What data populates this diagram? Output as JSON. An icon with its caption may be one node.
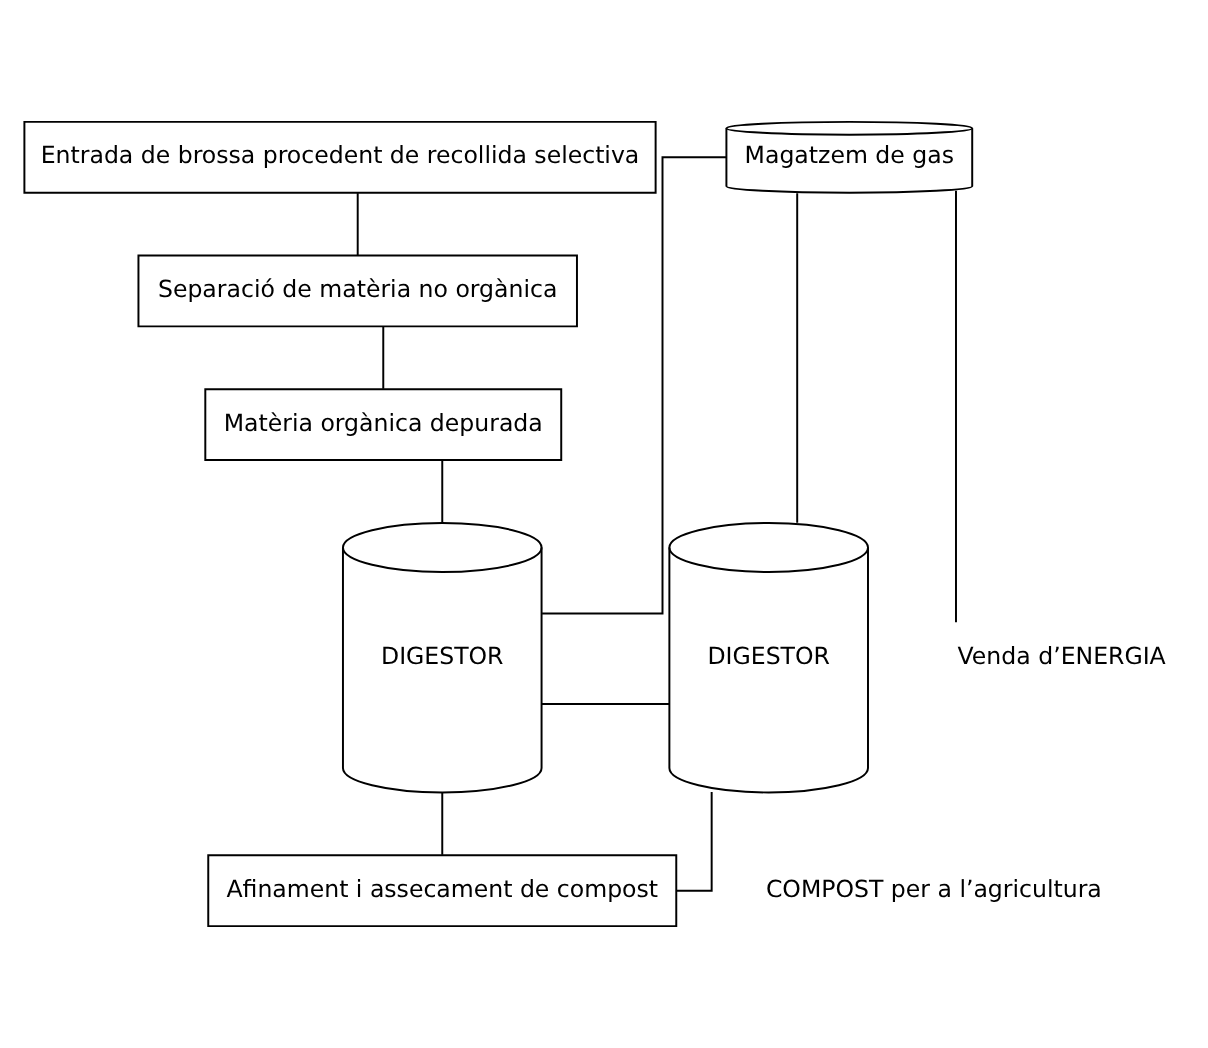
{
  "diagram": {
    "nodes": [
      {
        "text": [
          "Entrada de brossa procedent de recollida selectiva"
        ]
      },
      {
        "text": [
          "Separació de matèria no orgànica"
        ]
      },
      {
        "text": [
          "Matèria orgànica depurada"
        ]
      },
      {
        "text": [
          "Magatzem de gas"
        ]
      },
      {
        "text": [
          "DIGESTOR"
        ]
      },
      {
        "text": [
          "DIGESTOR"
        ]
      },
      {
        "text": [
          "Afinament i assecament de compost"
        ]
      },
      {
        "text": [
          "Venda d’ENERGIA"
        ]
      }
    ],
    "edges": [
      {
        "from": 0,
        "to": 1,
        "arrow": "none"
      },
      {
        "from": 1,
        "to": 2,
        "arrow": "none"
      },
      {
        "from": 2,
        "to": 4,
        "arrow": "none"
      },
      {
        "from": 4,
        "to": 5,
        "arrow": "none"
      },
      {
        "from": 3,
        "to": 4,
        "arrow": "none"
      },
      {
        "from": 3,
        "to": 5,
        "arrow": "none"
      },
      {
        "from": 3,
        "to": 7,
        "arrow": "none"
      },
      {
        "from": 4,
        "to": 6,
        "arrow": "none"
      },
      {
        "from": 5,
        "to": 6,
        "arrow": "none"
      }
    ],
    "labels": [
      "COMPOST per a l’agricultura"
    ]
  }
}
